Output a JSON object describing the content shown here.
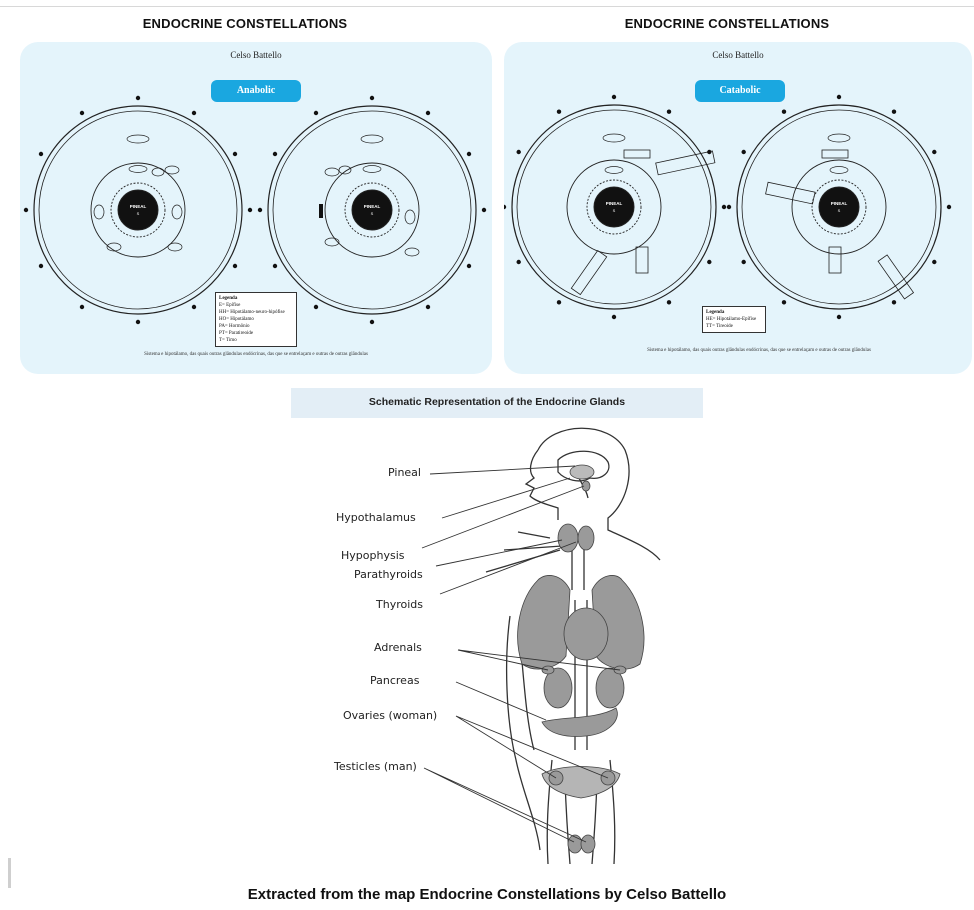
{
  "panels": [
    {
      "heading": "ENDOCRINE CONSTELLATIONS",
      "author": "Celso Battello",
      "mode": "Anabolic",
      "center_label": "PINEAL",
      "center_sub": "S",
      "legend_title": "Legenda",
      "legend_items": [
        "E= Epífise",
        "HH= Hipotálamo-neuro-hipófise",
        "HO= Hipotálamo",
        "PA= Hormônio",
        "PT= Paratireoide",
        "T= Timo"
      ],
      "caption": "Sistema e hipotálamo, das quais outras glândulas endócrinas, das que se entrelaçam e outras de outras glândulas"
    },
    {
      "heading": "ENDOCRINE CONSTELLATIONS",
      "author": "Celso Battello",
      "mode": "Catabolic",
      "center_label": "PINEAL",
      "center_sub": "S",
      "legend_title": "Legenda",
      "legend_items": [
        "HE= Hipotálamo-Epífise",
        "TT= Tireoide"
      ],
      "caption": "Sistema e hipotálamo, das quais outras glândulas endócrinas, das que se entrelaçam e outras de outras glândulas"
    }
  ],
  "schematic": {
    "title": "Schematic Representation of the Endocrine Glands",
    "labels": {
      "pineal": "Pineal",
      "hypothalamus": "Hypothalamus",
      "hypophysis": "Hypophysis",
      "parathyroids": "Parathyroids",
      "thyroids": "Thyroids",
      "adrenals": "Adrenals",
      "pancreas": "Pancreas",
      "ovaries": "Ovaries (woman)",
      "testicles": "Testicles (man)"
    }
  },
  "footer": "Extracted from the map Endocrine Constellations by Celso Battello",
  "colors": {
    "panel_bg": "#e4f4fb",
    "pill": "#1aa7e0",
    "title_box": "#e3eef6",
    "organ": "#9a9a9a"
  }
}
